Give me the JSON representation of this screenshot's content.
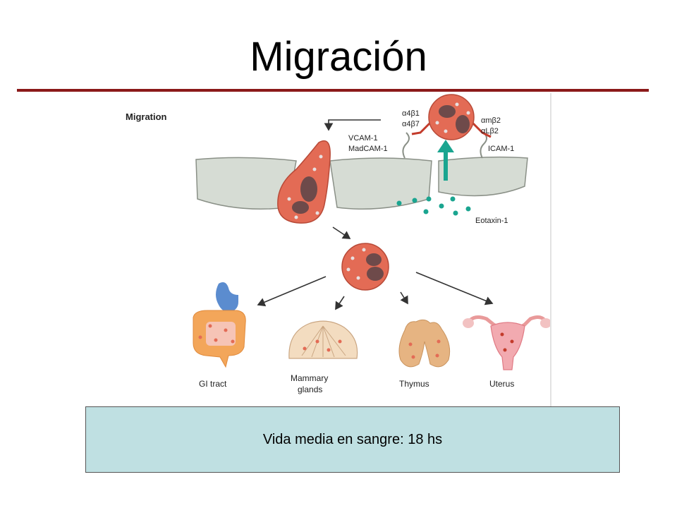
{
  "slide": {
    "title": "Migración"
  },
  "figure": {
    "heading": "Migration",
    "labels": {
      "integrin_a4b1": "α4β1",
      "integrin_a4b7": "α4β7",
      "integrin_amb2": "αmβ2",
      "integrin_aLb2": "αLβ2",
      "vcam": "VCAM-1",
      "madcam": "MadCAM-1",
      "icam": "ICAM-1",
      "eotaxin": "Eotaxin-1"
    },
    "organs": [
      {
        "label": "GI tract"
      },
      {
        "label_line1": "Mammary",
        "label_line2": "glands"
      },
      {
        "label": "Thymus"
      },
      {
        "label": "Uterus"
      }
    ]
  },
  "caption": {
    "text": "Vida media en sangre: 18 hs"
  },
  "colors": {
    "title_rule": "#8b1a1a",
    "caption_bg": "#bfe0e2",
    "cell": "#e36b55",
    "nucleus": "#6e4a4a",
    "endothelium": "#d6dcd4",
    "chemokine": "#1aa590",
    "receptor": "#c33b2b"
  }
}
